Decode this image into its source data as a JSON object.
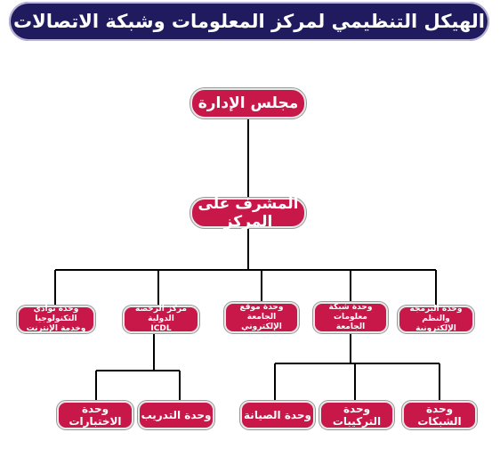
{
  "title": "الهيكل التنظيمي لمركز المعلومات وشبكة الاتصالات",
  "nodes": {
    "board": "مجلس الإدارة",
    "supervisor": "المشرف على المركز",
    "unit_programming": "وحدة البرمجة\nوالنظم الإلكترونية",
    "unit_network": "وحدة شبكة\nمعلومات الجامعة",
    "unit_website": "وحدة موقع الجامعة\nالإلكتروني",
    "unit_icdl": "مركز الرخصة الدولية\nICDL",
    "unit_clubs": "وحدة نوادي التكنولوجيا\nوخدمة الإنترنت",
    "sub_networks": "وحدة الشبكات",
    "sub_installations": "وحدة التركيبات",
    "sub_maintenance": "وحدة الصيانة",
    "sub_training": "وحدة التدريب",
    "sub_tests": "وحدة الاختبارات"
  },
  "colors": {
    "banner": "#1f1b5e",
    "box": "#c8184a",
    "line": "#000000"
  }
}
